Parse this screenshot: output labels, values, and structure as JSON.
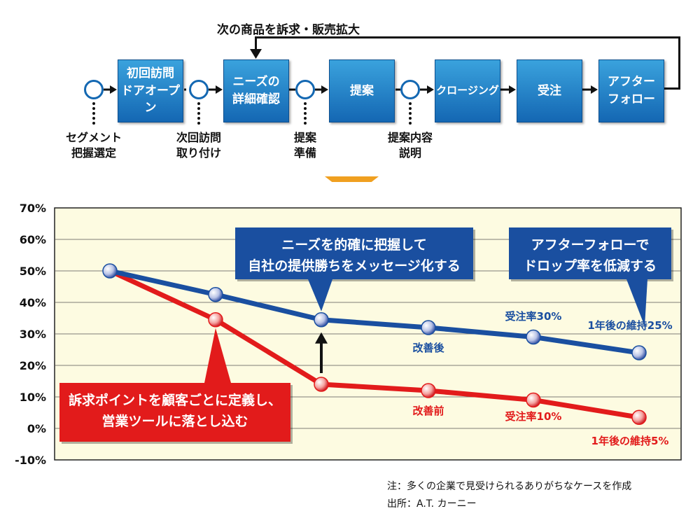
{
  "flow": {
    "loop_label": "次の商品を訴求・販売拡大",
    "boxes": [
      {
        "line1": "初回訪問",
        "line2": "ドアオープン"
      },
      {
        "line1": "ニーズの",
        "line2": "詳細確認"
      },
      {
        "line1": "提案",
        "line2": ""
      },
      {
        "line1": "クロージング",
        "line2": ""
      },
      {
        "line1": "受注",
        "line2": ""
      },
      {
        "line1": "アフター",
        "line2": "フォロー"
      }
    ],
    "steps": [
      {
        "line1": "セグメント",
        "line2": "把握選定"
      },
      {
        "line1": "次回訪問",
        "line2": "取り付け"
      },
      {
        "line1": "提案",
        "line2": "準備"
      },
      {
        "line1": "提案内容",
        "line2": "説明"
      }
    ]
  },
  "chart_data": {
    "type": "line",
    "x_stages": 6,
    "ylim": [
      -10,
      70
    ],
    "y_ticks": [
      "70%",
      "60%",
      "50%",
      "40%",
      "30%",
      "20%",
      "10%",
      "0%",
      "-10%"
    ],
    "series": [
      {
        "name": "改善後",
        "color": "#1a4fa0",
        "values": [
          50,
          42.5,
          34.5,
          32,
          29,
          24
        ]
      },
      {
        "name": "改善前",
        "color": "#e21b1b",
        "values": [
          50,
          34.5,
          14,
          12,
          9,
          3.5
        ]
      }
    ],
    "point_labels": [
      {
        "text": "改善後",
        "color": "#1a4fa0"
      },
      {
        "text": "受注率30%",
        "color": "#1a4fa0"
      },
      {
        "text": "1年後の維持25%",
        "color": "#1a4fa0"
      },
      {
        "text": "改善前",
        "color": "#e21b1b"
      },
      {
        "text": "受注率10%",
        "color": "#e21b1b"
      },
      {
        "text": "1年後の維持5%",
        "color": "#e21b1b"
      }
    ],
    "callouts": [
      {
        "lines": [
          "ニーズを的確に把握して",
          "自社の提供勝ちをメッセージ化する"
        ],
        "color": "#1a4fa0"
      },
      {
        "lines": [
          "アフターフォローで",
          "ドロップ率を低減する"
        ],
        "color": "#1a4fa0"
      },
      {
        "lines": [
          "訴求ポイントを顧客ごとに定義し、",
          "営業ツールに落とし込む"
        ],
        "color": "#e21b1b"
      }
    ],
    "plot_background": "#fdfbe1"
  },
  "notes": {
    "note": "注：多くの企業で見受けられるありがちなケースを作成",
    "source": "出所：A.T. カーニー"
  }
}
